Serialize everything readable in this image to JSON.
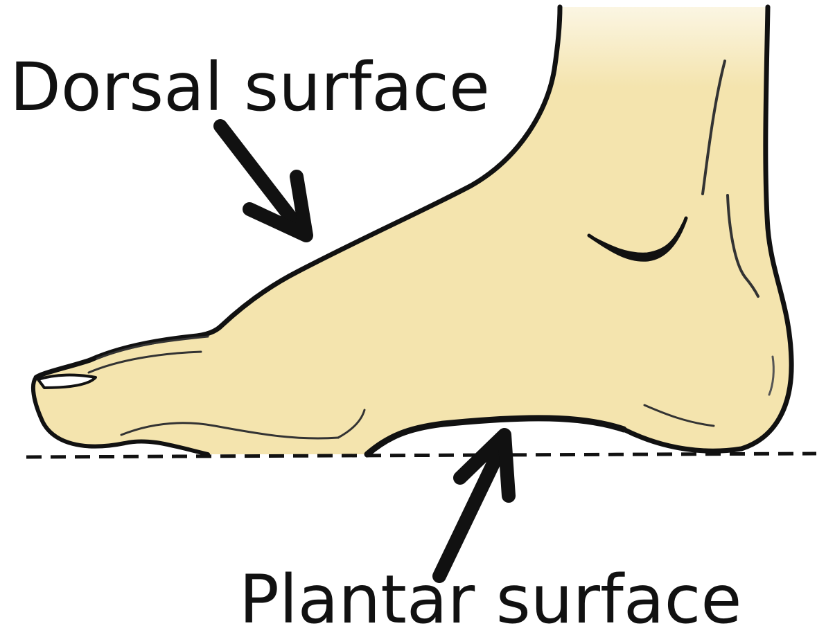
{
  "labels": {
    "dorsal": "Dorsal surface",
    "plantar": "Plantar surface"
  },
  "colors": {
    "skin": "#f4e4ae",
    "outline": "#111111",
    "background": "#ffffff"
  },
  "icons": {
    "illustration": "foot-side-view",
    "dorsal_pointer": "arrow-down-right-icon",
    "plantar_pointer": "arrow-up-icon",
    "ground": "dashed-ground-line"
  }
}
